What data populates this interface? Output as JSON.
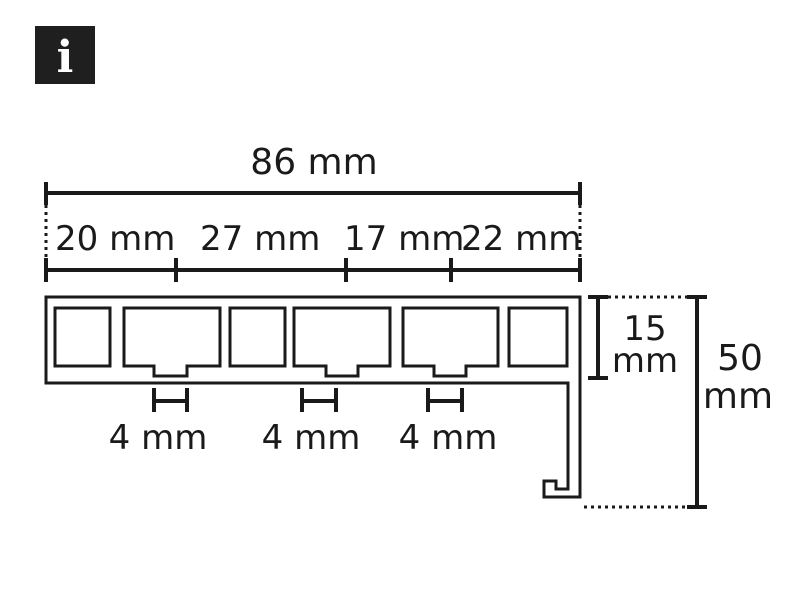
{
  "info_badge": {
    "glyph": "i",
    "color": "#1f1f1f"
  },
  "colors": {
    "line": "#1a1a1a",
    "background": "#ffffff"
  },
  "dimensions": {
    "total_width": "86 mm",
    "segments": [
      "20 mm",
      "27 mm",
      "17 mm",
      "22 mm"
    ],
    "slots": [
      "4 mm",
      "4 mm",
      "4 mm"
    ],
    "profile_height_top": "15",
    "profile_height_top_unit": "mm",
    "overall_height": "50",
    "overall_height_unit": "mm"
  }
}
